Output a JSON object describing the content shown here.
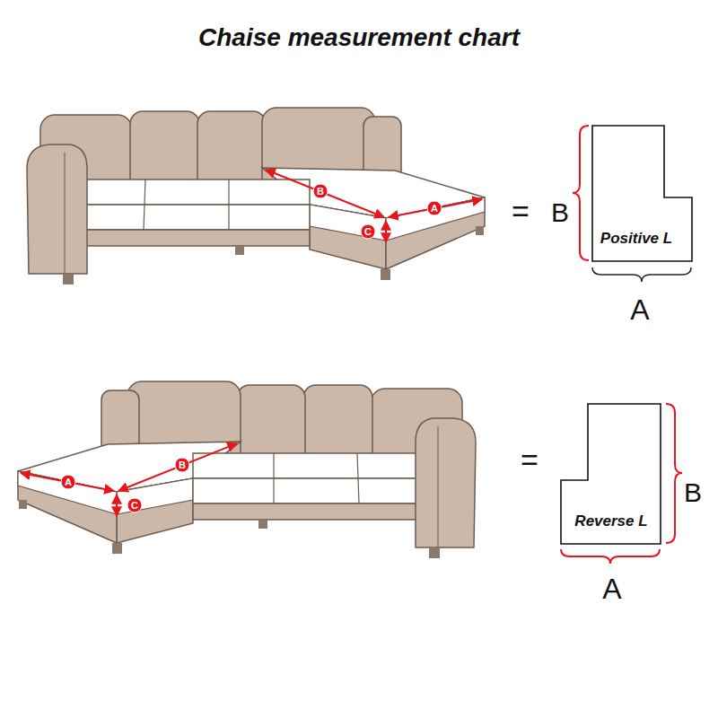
{
  "diagram": {
    "title": "Chaise measurement chart",
    "nodes": [
      {
        "text": [
          "Positive L"
        ]
      },
      {
        "text": [
          "Reverse L"
        ]
      }
    ],
    "labels": [
      "B",
      "A",
      "C",
      "=",
      "B",
      "A",
      "A",
      "B",
      "C",
      "=",
      "B",
      "A"
    ]
  }
}
